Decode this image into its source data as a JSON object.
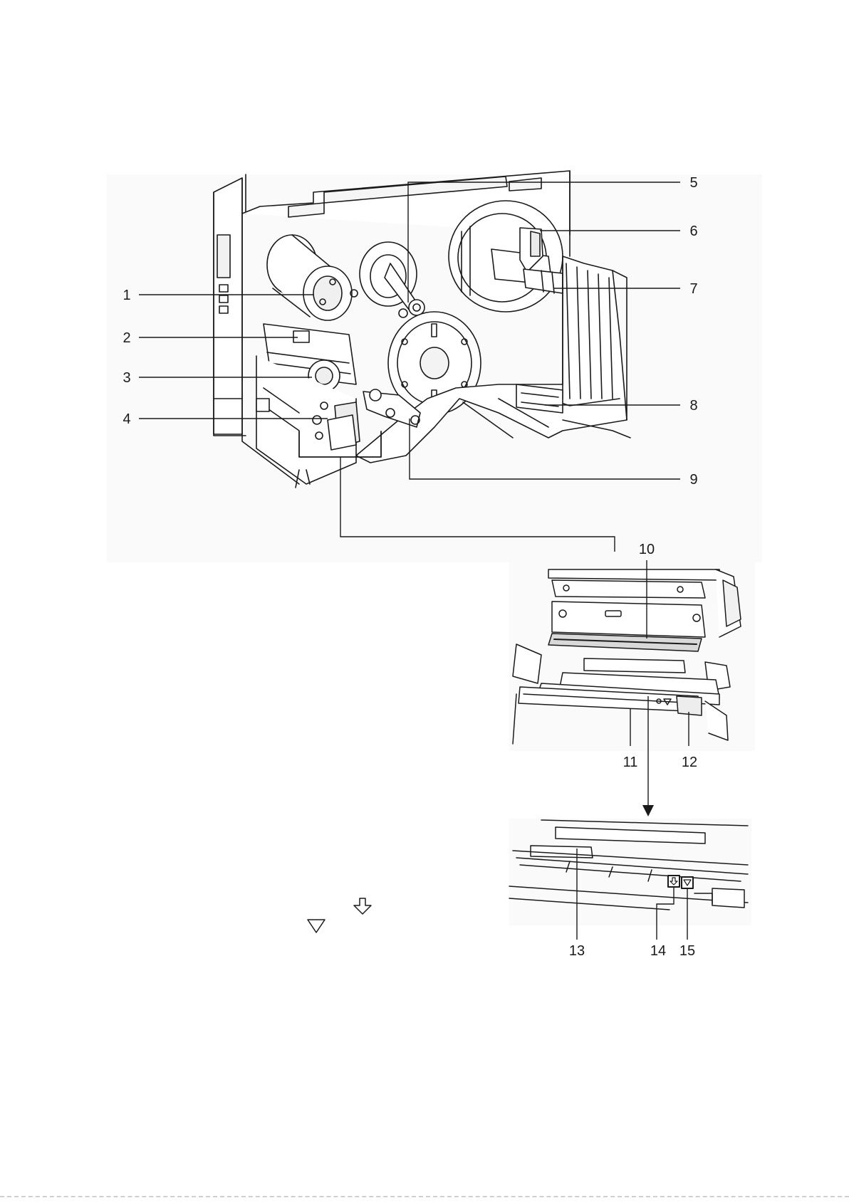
{
  "callouts": {
    "c1": "1",
    "c2": "2",
    "c3": "3",
    "c4": "4",
    "c5": "5",
    "c6": "6",
    "c7": "7",
    "c8": "8",
    "c9": "9",
    "c10": "10",
    "c11": "11",
    "c12": "12",
    "c13": "13",
    "c14": "14",
    "c15": "15"
  },
  "colors": {
    "line": "#1a1a1a",
    "fill": "#ffffff",
    "shade": "#e9e9e9"
  },
  "icons": [
    "arrow-down-outline-icon",
    "triangle-down-outline-icon"
  ]
}
